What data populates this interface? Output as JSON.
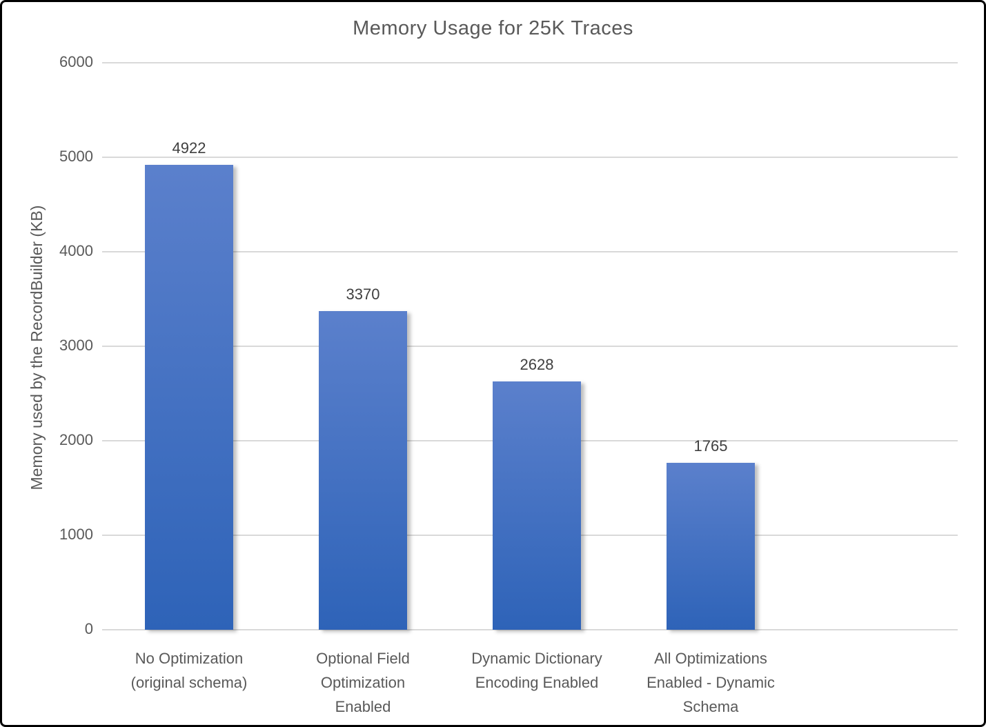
{
  "chart_data": {
    "type": "bar",
    "title": "Memory Usage for 25K Traces",
    "xlabel": "",
    "ylabel": "Memory used by the RecordBuilder (KB)",
    "categories": [
      "No Optimization (original schema)",
      "Optional Field Optimization Enabled",
      "Dynamic Dictionary Encoding Enabled",
      "All Optimizations Enabled - Dynamic Schema"
    ],
    "values": [
      4922,
      3370,
      2628,
      1765
    ],
    "yticks": [
      0,
      1000,
      2000,
      3000,
      4000,
      5000,
      6000
    ],
    "ylim": [
      0,
      6000
    ],
    "grid": "horizontal",
    "legend_position": "none",
    "colors": {
      "bar_gradient_top": "#5b80cc",
      "bar_gradient_bottom": "#2e63b8",
      "gridline": "#d9d9d9",
      "title_text": "#595959",
      "tick_text": "#595959",
      "data_label_text": "#3f3f3f",
      "category_text": "#595959",
      "frame_border": "#000000",
      "background": "#ffffff"
    }
  }
}
